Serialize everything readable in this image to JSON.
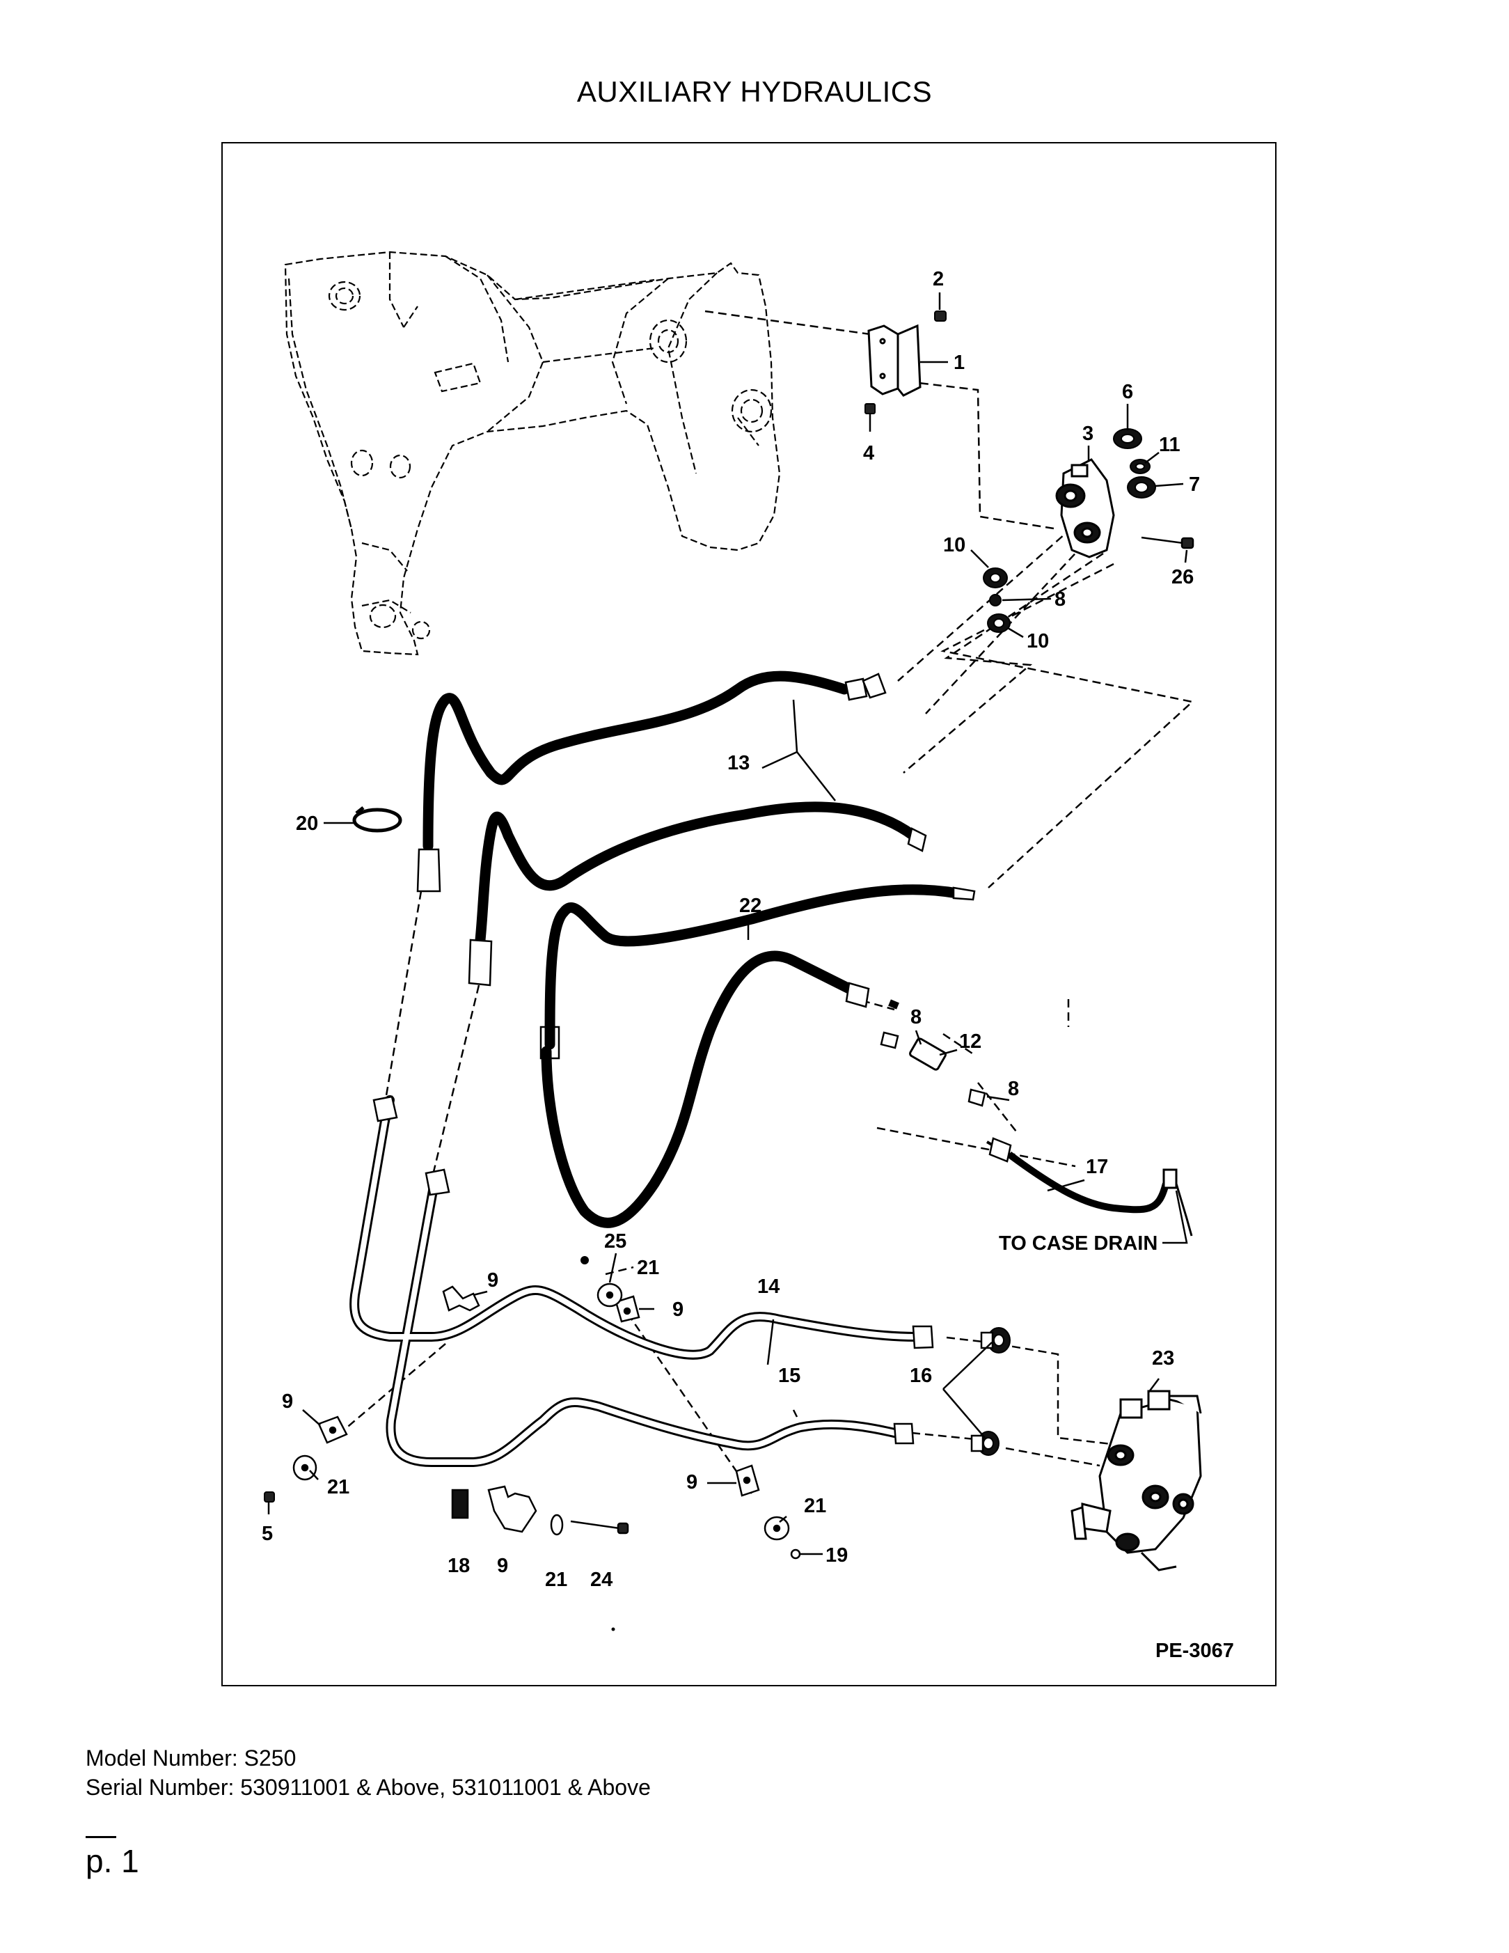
{
  "title": "AUXILIARY HYDRAULICS",
  "figure_id": "PE-3067",
  "callouts": {
    "c1": "1",
    "c2": "2",
    "c3": "3",
    "c4": "4",
    "c5": "5",
    "c6": "6",
    "c7": "7",
    "c8a": "8",
    "c8b": "8",
    "c8c": "8",
    "c9a": "9",
    "c9b": "9",
    "c9c": "9",
    "c9d": "9",
    "c9e": "9",
    "c10a": "10",
    "c10b": "10",
    "c11": "11",
    "c12": "12",
    "c13": "13",
    "c14": "14",
    "c15": "15",
    "c16": "16",
    "c17": "17",
    "c18": "18",
    "c19": "19",
    "c20": "20",
    "c21a": "21",
    "c21b": "21",
    "c21c": "21",
    "c21d": "21",
    "c22": "22",
    "c23": "23",
    "c24": "24",
    "c25": "25",
    "c26": "26"
  },
  "case_drain_label": "TO CASE DRAIN",
  "footer": {
    "model_line": "Model Number: S250",
    "serial_line": "Serial Number: 530911001 & Above, 531011001 & Above"
  },
  "page_label": "p. 1"
}
